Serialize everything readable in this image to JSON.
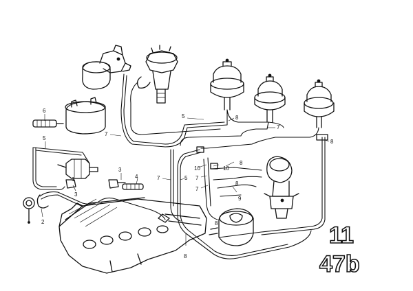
{
  "callouts": {
    "c1": "1",
    "c2": "2",
    "c3": "3",
    "c4": "4",
    "c5": "5",
    "c6": "6",
    "c7": "7",
    "c8": "8",
    "c9": "9",
    "c10": "10"
  },
  "sheet": {
    "group": "11",
    "page": "47b"
  },
  "icons": {
    "connector": "hose-connector-icon",
    "clamp": "hose-clamp-icon"
  }
}
